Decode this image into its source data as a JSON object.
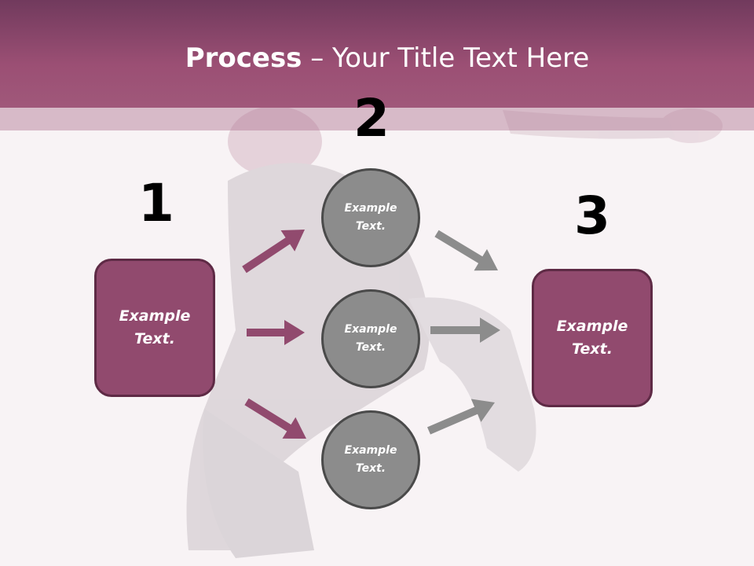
{
  "title": {
    "bold": "Process",
    "rest": " – Your Title Text Here"
  },
  "steps": [
    {
      "number": "1",
      "box_text": "Example\nText."
    },
    {
      "number": "2"
    },
    {
      "number": "3",
      "box_text": "Example\nText."
    }
  ],
  "circles": [
    {
      "text": "Example\nText."
    },
    {
      "text": "Example\nText."
    },
    {
      "text": "Example\nText."
    }
  ],
  "colors": {
    "accent": "#914a6e",
    "accent_dark": "#5e2a45",
    "circle_fill": "#8c8c8c",
    "circle_border": "#4a4a4a",
    "arrow_accent": "#914a6e",
    "arrow_gray": "#8c8c8c"
  }
}
